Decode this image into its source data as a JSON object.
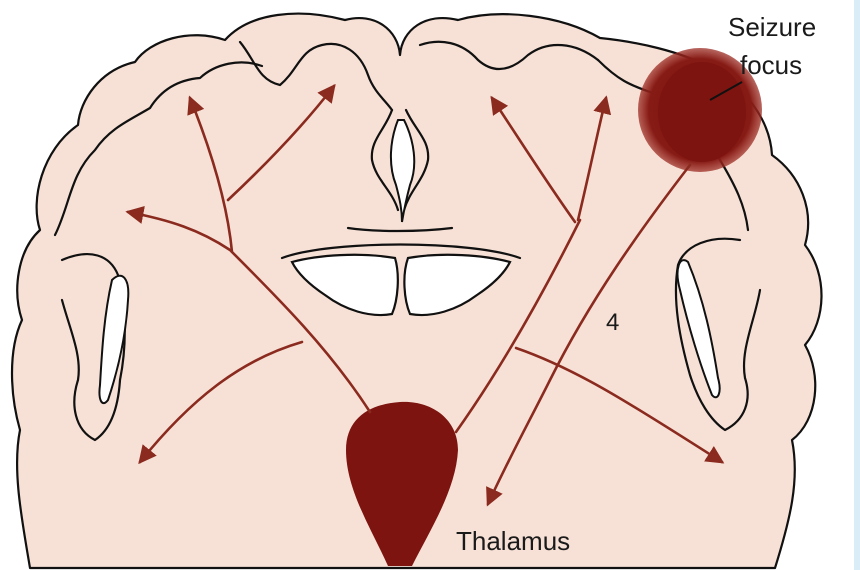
{
  "labels": {
    "seizure_focus_line1": "Seizure",
    "seizure_focus_line2": "focus",
    "thalamus": "Thalamus",
    "pathway_number": "4"
  },
  "colors": {
    "tissue": "#f7e1d6",
    "outline": "#111111",
    "pathway": "#8b2a1e",
    "lesion": "#7d1410",
    "ventricle": "#ffffff",
    "edge_strip": "#d9ecf7"
  }
}
